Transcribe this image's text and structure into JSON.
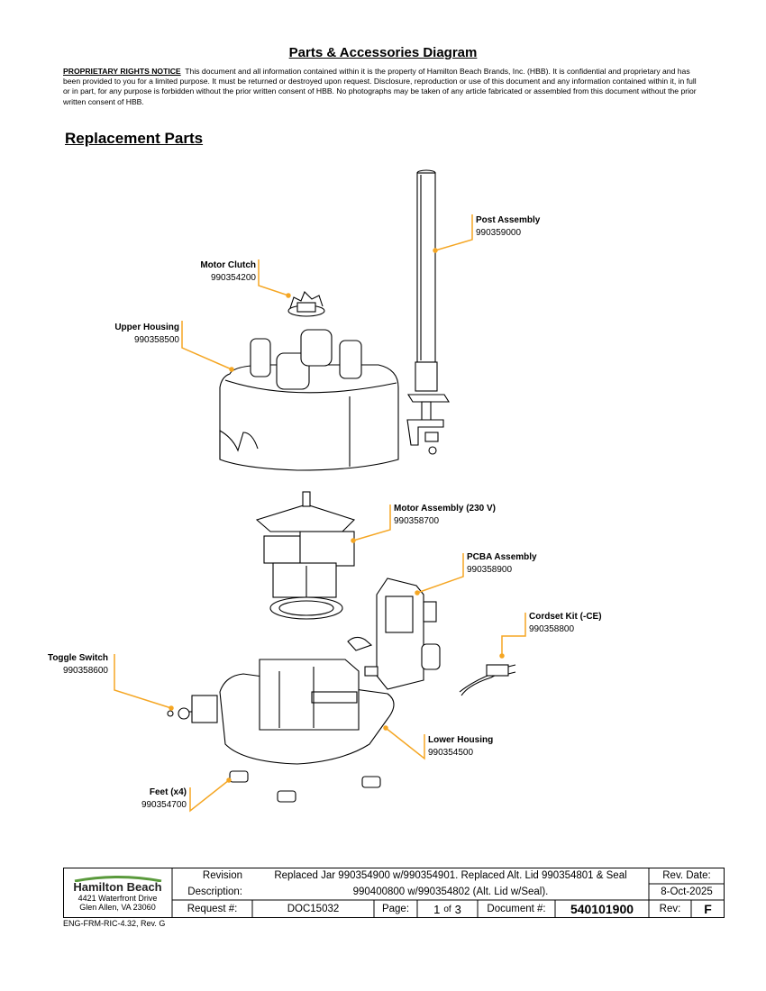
{
  "header": {
    "title": "Parts & Accessories Diagram",
    "notice_heading": "PROPRIETARY RIGHTS NOTICE",
    "notice_text": "This document and all information contained within it is the property of Hamilton Beach Brands, Inc. (HBB). It is confidential and proprietary and has been provided to you for a limited purpose. It must be returned or destroyed upon request. Disclosure, reproduction or use of this document and any information contained within it, in full or in part, for any purpose is forbidden without the prior written consent of HBB. No photographs may be taken of any article fabricated or assembled from this document without the prior written consent of HBB."
  },
  "section_title": "Replacement Parts",
  "parts": [
    {
      "id": "post",
      "name": "Post Assembly",
      "number": "990359000"
    },
    {
      "id": "clutch",
      "name": "Motor Clutch",
      "number": "990354200"
    },
    {
      "id": "upper",
      "name": "Upper Housing",
      "number": "990358500"
    },
    {
      "id": "motor",
      "name": "Motor Assembly (230 V)",
      "number": "990358700"
    },
    {
      "id": "pcba",
      "name": "PCBA Assembly",
      "number": "990358900"
    },
    {
      "id": "cordset",
      "name": "Cordset Kit (-CE)",
      "number": "990358800"
    },
    {
      "id": "toggle",
      "name": "Toggle Switch",
      "number": "990358600"
    },
    {
      "id": "lower",
      "name": "Lower Housing",
      "number": "990354500"
    },
    {
      "id": "feet",
      "name": "Feet (x4)",
      "number": "990354700"
    }
  ],
  "footer": {
    "logo": "Hamilton Beach",
    "address1": "4421 Waterfront Drive",
    "address2": "Glen Allen, VA  23060",
    "revision_label": "Revision",
    "description_label": "Description:",
    "description_line1": "Replaced Jar 990354900 w/990354901.  Replaced Alt. Lid 990354801 & Seal",
    "description_line2": "990400800 w/990354802 (Alt. Lid w/Seal).",
    "rev_date_label": "Rev. Date:",
    "rev_date": "8-Oct-2025",
    "request_label": "Request #:",
    "request_value": "DOC15032",
    "page_label": "Page:",
    "page_num": "1",
    "page_of": "of",
    "page_total": "3",
    "document_label": "Document #:",
    "document_value": "540101900",
    "rev_label": "Rev:",
    "rev_value": "F"
  },
  "form_number": "ENG-FRM-RIC-4.32, Rev. G",
  "colors": {
    "leader": "#f5a623",
    "line": "#000000"
  }
}
